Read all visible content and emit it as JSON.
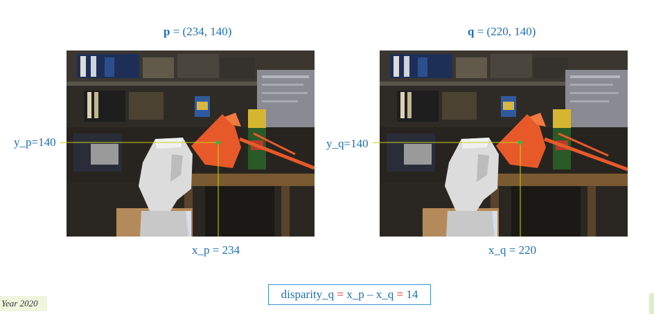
{
  "left": {
    "point_name": "p",
    "point_coords": " = (234, 140)",
    "y_label": "y_p=140",
    "x_label": "x_p = 234"
  },
  "right": {
    "point_name": "q",
    "point_coords": " = (220, 140)",
    "y_label": "y_q=140",
    "x_label": "x_q = 220"
  },
  "formula": {
    "part1": "disparity_q",
    "eq1": " = ",
    "part2": "x_p",
    "minus": " – ",
    "part3": "x_q",
    "eq2": " = ",
    "part4": "14"
  },
  "footer": {
    "text": "Year 2020"
  },
  "colors": {
    "text_blue": "#1f6fb0",
    "guide_yellow": "#c9d21e",
    "point_green": "#22c04a",
    "operator_red": "#d42020"
  }
}
